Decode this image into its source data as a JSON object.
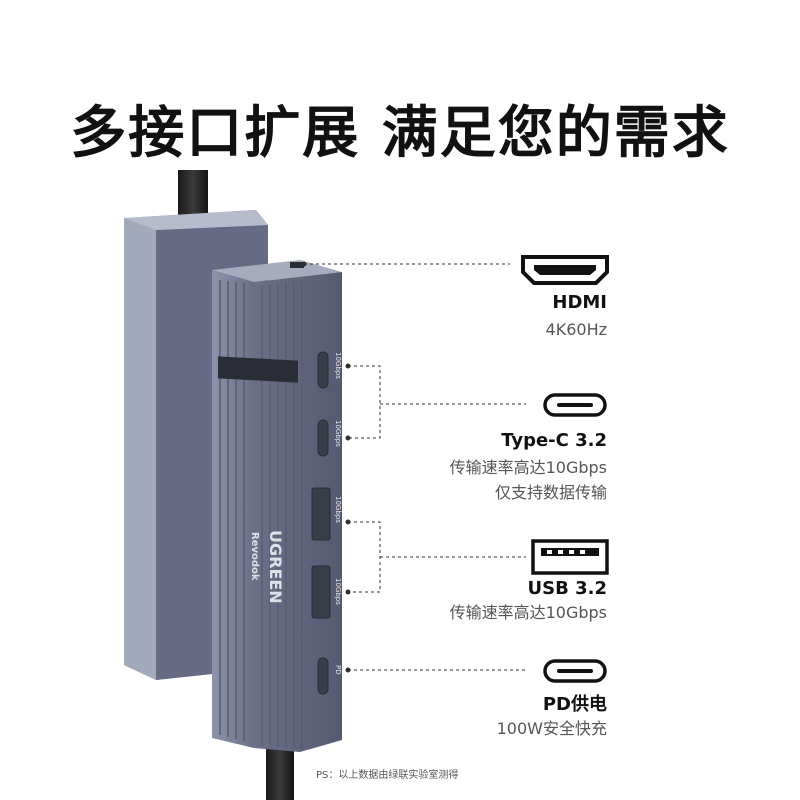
{
  "headline": "多接口扩展 满足您的需求",
  "device": {
    "brand": "UGREEN",
    "model": "Revodok",
    "port_markings": [
      "10Gbps",
      "10Gbps",
      "10Gbps",
      "10Gbps",
      "PD"
    ]
  },
  "ports": [
    {
      "title": "HDMI",
      "desc": [
        "4K60Hz"
      ],
      "icon": "hdmi-port-icon"
    },
    {
      "title": "Type-C 3.2",
      "desc": [
        "传输速率高达10Gbps",
        "仅支持数据传输"
      ],
      "icon": "type-c-port-icon"
    },
    {
      "title": "USB 3.2",
      "desc": [
        "传输速率高达10Gbps"
      ],
      "icon": "usb-a-port-icon"
    },
    {
      "title": "PD供电",
      "desc": [
        "100W安全快充"
      ],
      "icon": "pd-port-icon"
    }
  ],
  "footnote": "PS：以上数据由绿联实验室测得",
  "colors": {
    "text": "#111111",
    "subtext": "#555555",
    "hub_body": "#7c829a",
    "hub_dark": "#5d6278"
  }
}
